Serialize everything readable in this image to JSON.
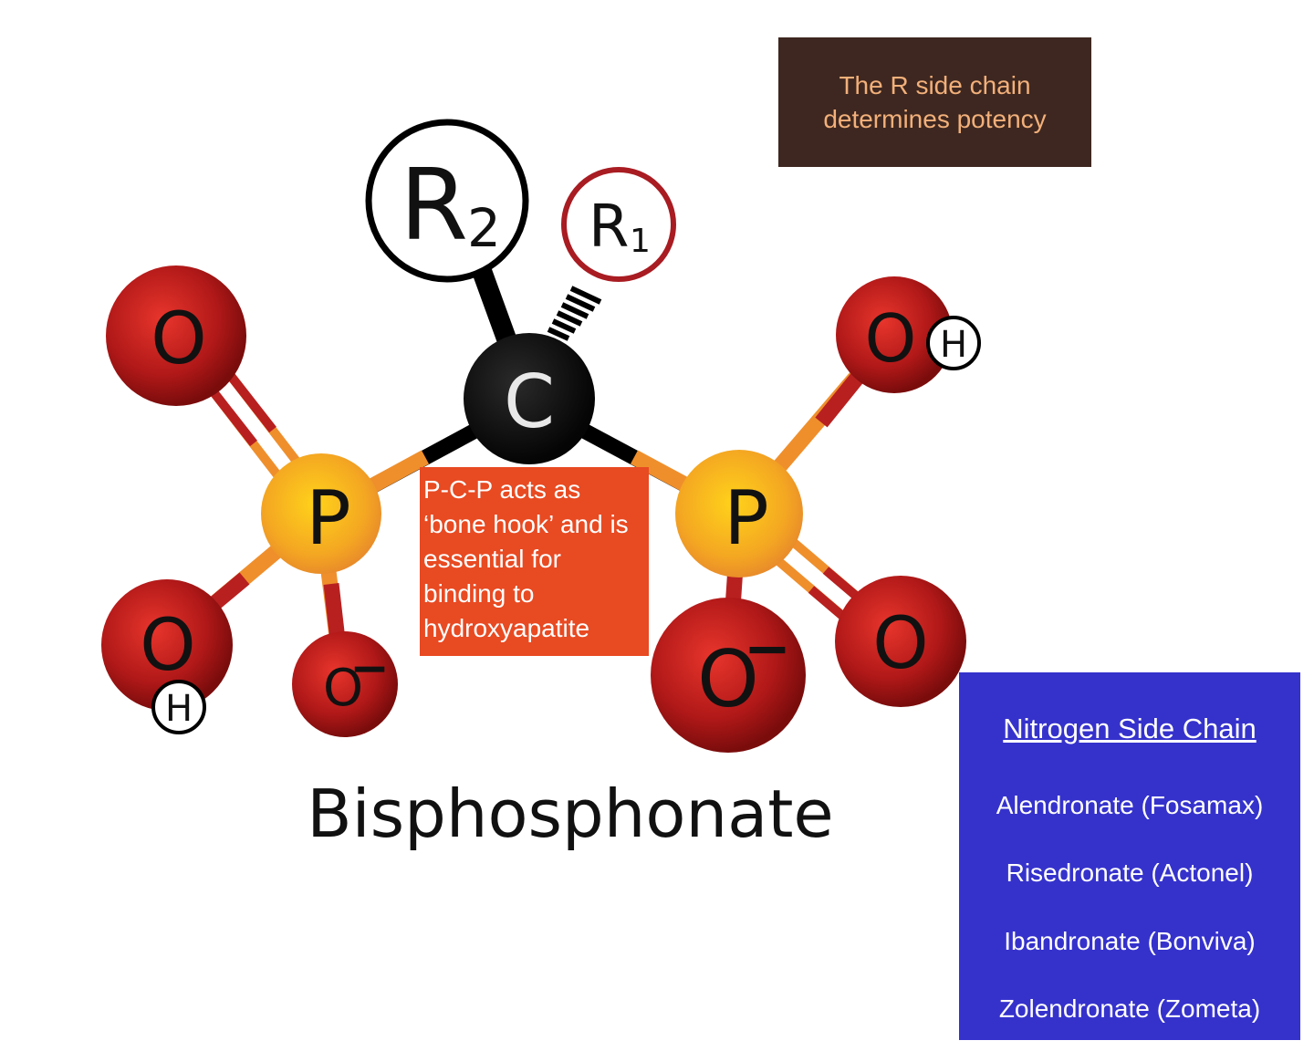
{
  "title": "Bisphosphonate",
  "notes": {
    "r_side": "The R side chain determines potency",
    "pcp": "P-C-P acts as ‘bone hook’ and is essential for binding to hydroxyapatite"
  },
  "side_chain_panel": {
    "heading": "Nitrogen  Side Chain",
    "drugs": [
      "Alendronate (Fosamax)",
      "Risedronate (Actonel)",
      "Ibandronate (Bonviva)",
      "Zolendronate (Zometa)"
    ]
  },
  "atoms": {
    "carbon": "C",
    "phosphorus": "P",
    "oxygen": "O",
    "hydrogen": "H",
    "r2": "R",
    "r2_sub": "2",
    "r1": "R",
    "r1_sub": "1",
    "negative_charge": "−"
  },
  "colors": {
    "oxygen": "#c0201c",
    "phosphorus": "#f0a020",
    "carbon": "#0a0a0a",
    "note_brown": "#3e2720",
    "note_orange": "#e84a22",
    "panel_blue": "#3532cc"
  }
}
